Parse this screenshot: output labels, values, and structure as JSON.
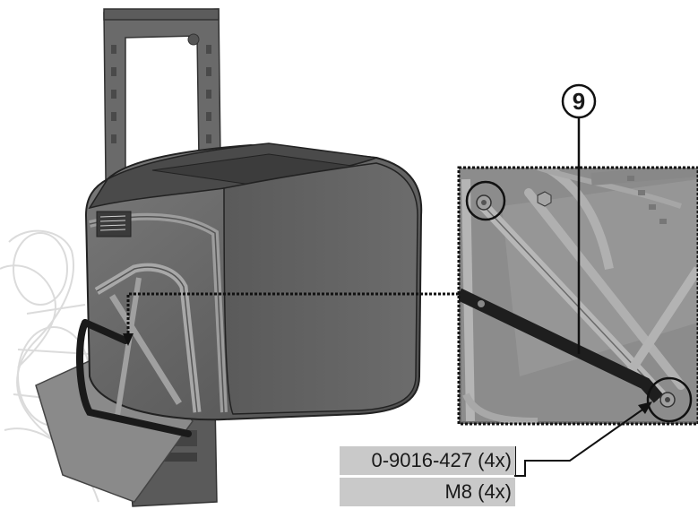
{
  "callout": {
    "number": "9"
  },
  "parts": {
    "part_number": "0-9016-427 (4x)",
    "fastener": "M8 (4x)"
  }
}
